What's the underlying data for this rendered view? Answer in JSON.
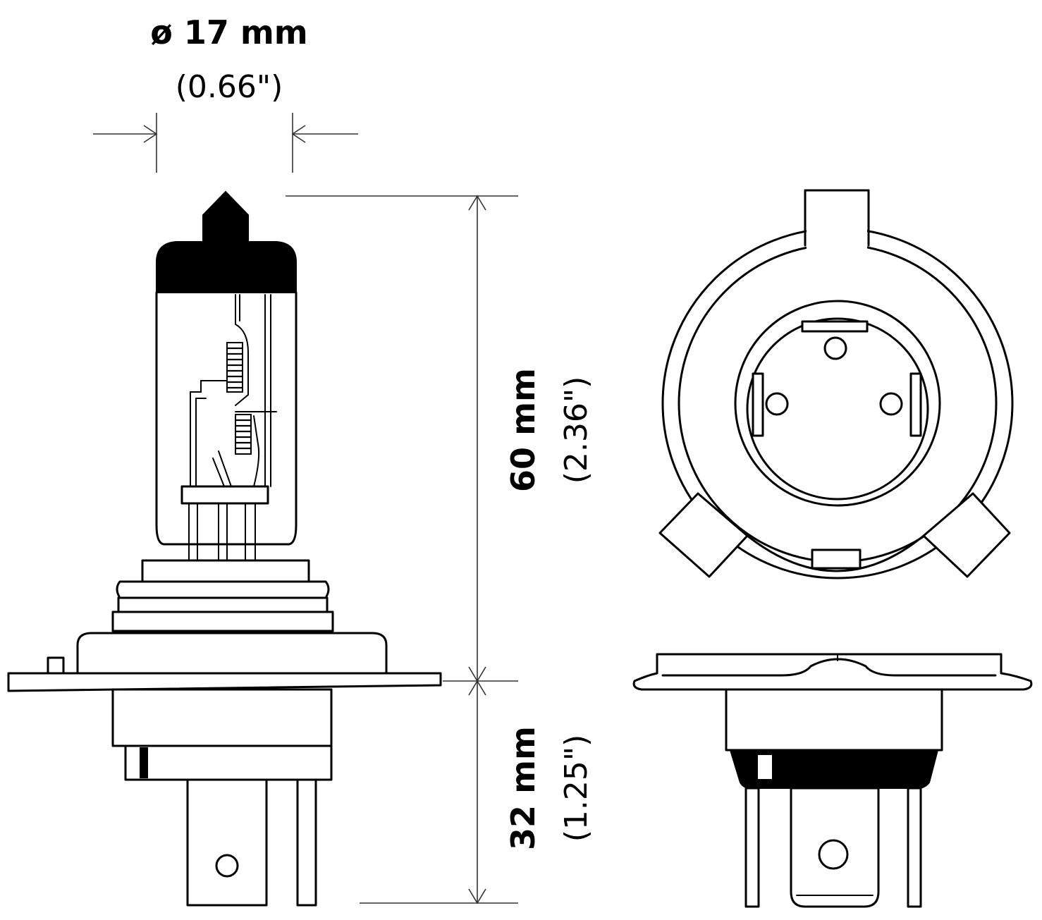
{
  "dimensions": {
    "diameter": {
      "metric": "ø 17 mm",
      "imperial": "(0.66\")"
    },
    "overall_height": {
      "metric": "60 mm",
      "imperial": "(2.36\")"
    },
    "base_height": {
      "metric": "32 mm",
      "imperial": "(1.25\")"
    }
  },
  "views": [
    "side-view",
    "top-view",
    "front-base-view"
  ],
  "colors": {
    "line": "#000000",
    "background": "#ffffff"
  }
}
